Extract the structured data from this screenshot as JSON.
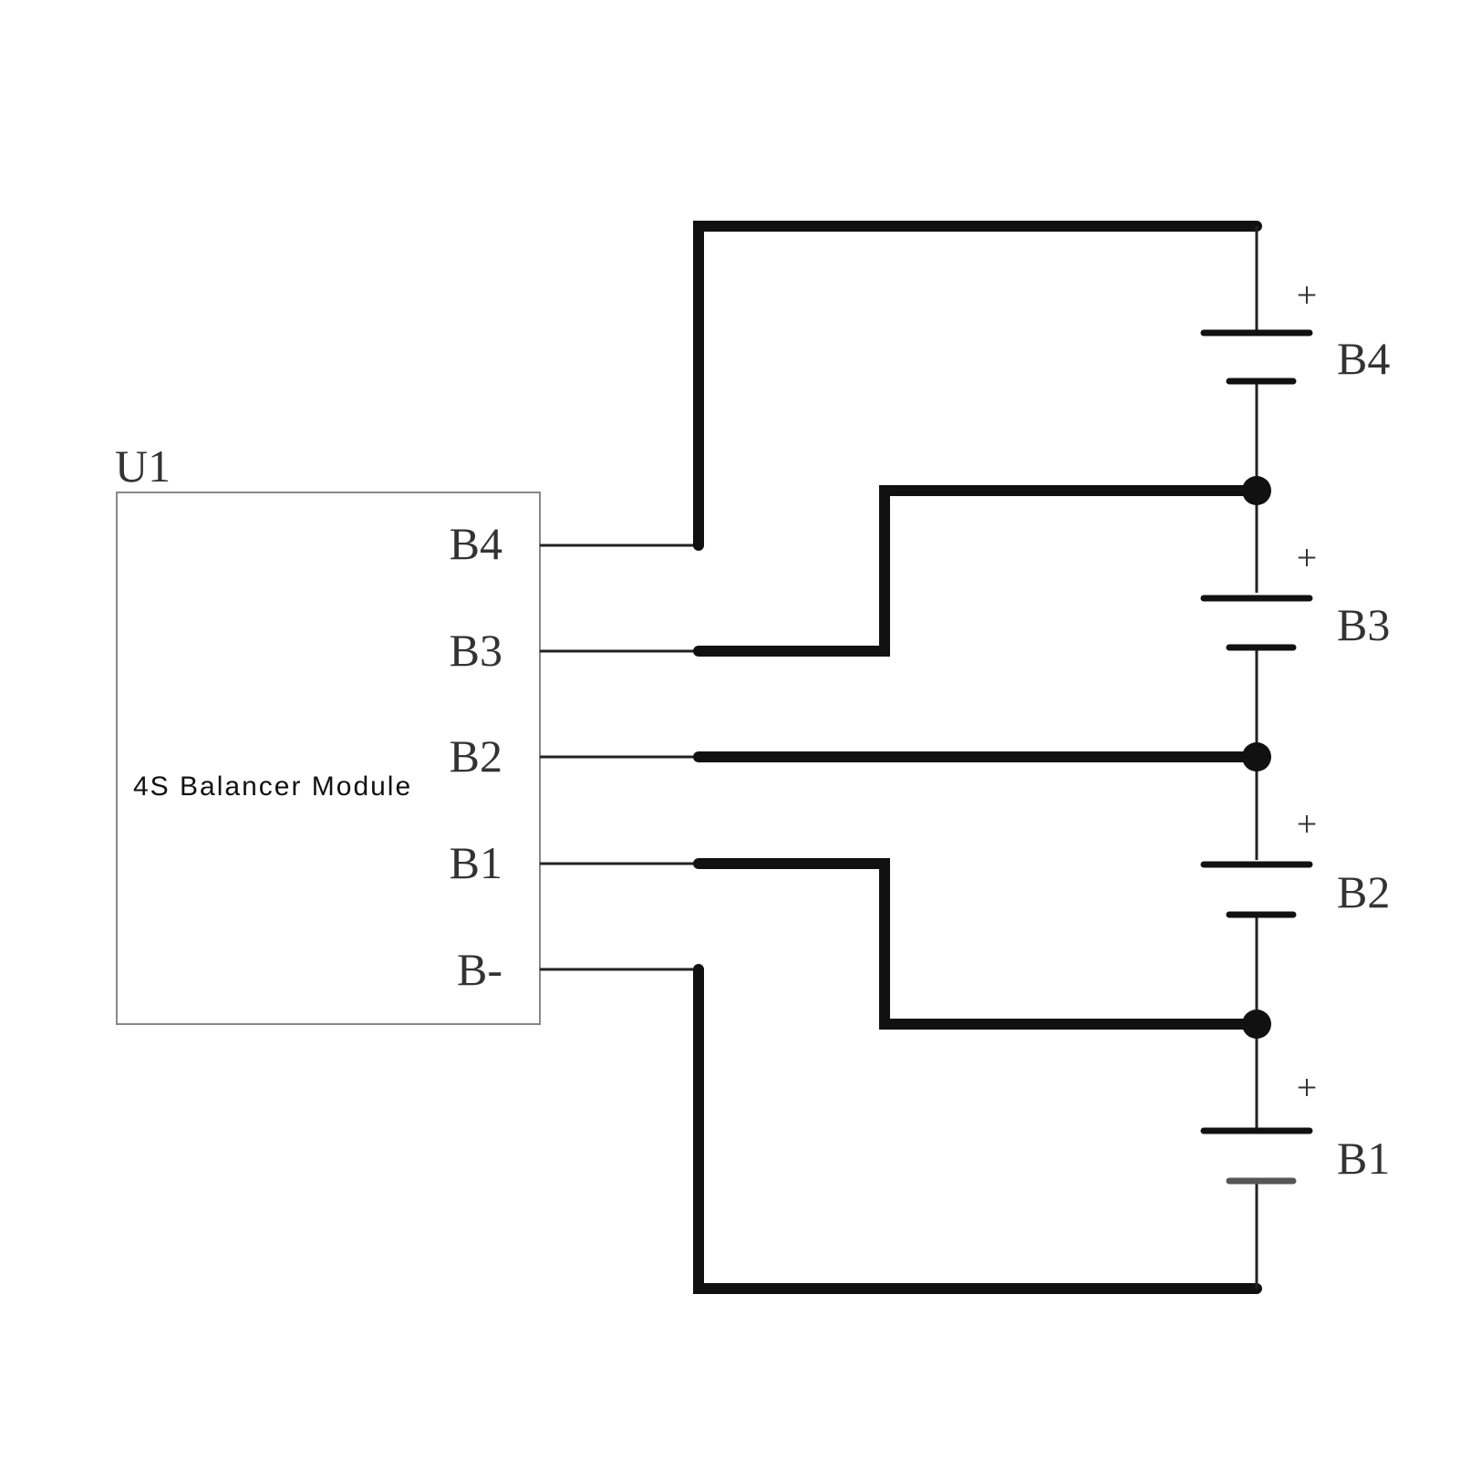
{
  "module": {
    "ref": "U1",
    "title": "4S Balancer Module",
    "pins": [
      "B4",
      "B3",
      "B2",
      "B1",
      "B-"
    ]
  },
  "cells": [
    {
      "label": "B4",
      "polarity": "+"
    },
    {
      "label": "B3",
      "polarity": "+"
    },
    {
      "label": "B2",
      "polarity": "+"
    },
    {
      "label": "B1",
      "polarity": "+"
    }
  ],
  "colors": {
    "wire": "#111111",
    "thin": "#222222",
    "box": "#888888",
    "text": "#333333"
  }
}
